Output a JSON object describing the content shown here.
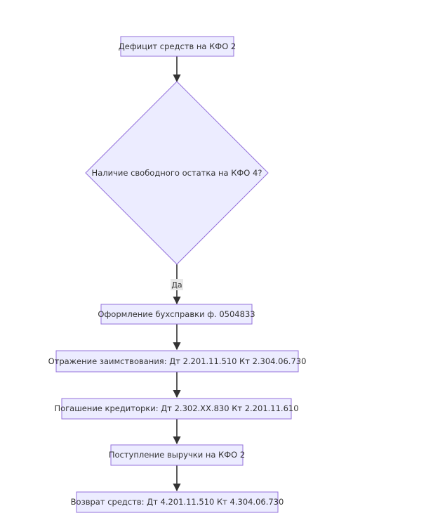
{
  "diagram": {
    "nodes": {
      "deficit": "Дефицит средств на КФО 2",
      "decision": "Наличие свободного остатка на КФО 4?",
      "certificate": "Оформление бухсправки ф. 0504833",
      "borrowing": "Отражение заимствования: Дт 2.201.11.510 Кт 2.304.06.730",
      "repayment": "Погашение кредиторки: Дт 2.302.ХХ.830 Кт 2.201.11.610",
      "revenue": "Поступление выручки на КФО 2",
      "refund": "Возврат средств: Дт 4.201.11.510 Кт 4.304.06.730"
    },
    "edge_labels": {
      "yes": "Да"
    }
  }
}
